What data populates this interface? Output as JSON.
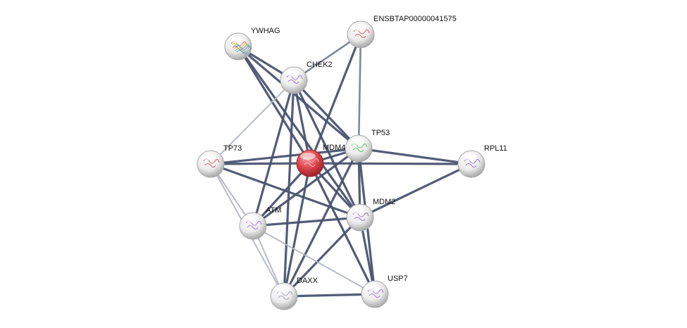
{
  "nodes": [
    {
      "id": "YWHAG",
      "label": "YWHAG",
      "query": false,
      "structure_icon": "multicolor-protein-ribbon-icon"
    },
    {
      "id": "ENSBTAP00000041575",
      "label": "ENSBTAP00000041575",
      "query": false,
      "structure_icon": "red-protein-ribbon-icon"
    },
    {
      "id": "CHEK2",
      "label": "CHEK2",
      "query": false,
      "structure_icon": "purple-protein-ribbon-icon"
    },
    {
      "id": "TP53",
      "label": "TP53",
      "query": false,
      "structure_icon": "green-protein-ribbon-icon"
    },
    {
      "id": "MDM4",
      "label": "MDM4",
      "query": true,
      "structure_icon": "protein-ribbon-icon"
    },
    {
      "id": "TP73",
      "label": "TP73",
      "query": false,
      "structure_icon": "red-protein-ribbon-icon"
    },
    {
      "id": "RPL11",
      "label": "RPL11",
      "query": false,
      "structure_icon": "purple-protein-ribbon-icon"
    },
    {
      "id": "MDM2",
      "label": "MDM2",
      "query": false,
      "structure_icon": "purple-protein-ribbon-icon"
    },
    {
      "id": "ATM",
      "label": "ATM",
      "query": false,
      "structure_icon": "purple-protein-ribbon-icon"
    },
    {
      "id": "DAXX",
      "label": "DAXX",
      "query": false,
      "structure_icon": "protein-ribbon-icon"
    },
    {
      "id": "USP7",
      "label": "USP7",
      "query": false,
      "structure_icon": "purple-protein-ribbon-icon"
    }
  ],
  "edges": [
    {
      "source": "YWHAG",
      "target": "CHEK2",
      "strength": "strong"
    },
    {
      "source": "YWHAG",
      "target": "TP53",
      "strength": "strong"
    },
    {
      "source": "YWHAG",
      "target": "MDM4",
      "strength": "strong"
    },
    {
      "source": "YWHAG",
      "target": "MDM2",
      "strength": "strong"
    },
    {
      "source": "ENSBTAP00000041575",
      "target": "CHEK2",
      "strength": "medium"
    },
    {
      "source": "ENSBTAP00000041575",
      "target": "TP53",
      "strength": "medium"
    },
    {
      "source": "ENSBTAP00000041575",
      "target": "MDM4",
      "strength": "strong"
    },
    {
      "source": "CHEK2",
      "target": "TP73",
      "strength": "weak"
    },
    {
      "source": "CHEK2",
      "target": "MDM4",
      "strength": "strong"
    },
    {
      "source": "CHEK2",
      "target": "TP53",
      "strength": "strong"
    },
    {
      "source": "CHEK2",
      "target": "MDM2",
      "strength": "strong"
    },
    {
      "source": "CHEK2",
      "target": "ATM",
      "strength": "strong"
    },
    {
      "source": "CHEK2",
      "target": "DAXX",
      "strength": "strong"
    },
    {
      "source": "TP73",
      "target": "MDM4",
      "strength": "strong"
    },
    {
      "source": "TP73",
      "target": "TP53",
      "strength": "strong"
    },
    {
      "source": "TP73",
      "target": "MDM2",
      "strength": "strong"
    },
    {
      "source": "TP73",
      "target": "ATM",
      "strength": "weak"
    },
    {
      "source": "TP73",
      "target": "DAXX",
      "strength": "weak"
    },
    {
      "source": "MDM4",
      "target": "TP53",
      "strength": "strong"
    },
    {
      "source": "MDM4",
      "target": "RPL11",
      "strength": "strong"
    },
    {
      "source": "MDM4",
      "target": "MDM2",
      "strength": "strong"
    },
    {
      "source": "MDM4",
      "target": "ATM",
      "strength": "strong"
    },
    {
      "source": "MDM4",
      "target": "DAXX",
      "strength": "strong"
    },
    {
      "source": "MDM4",
      "target": "USP7",
      "strength": "strong"
    },
    {
      "source": "TP53",
      "target": "RPL11",
      "strength": "strong"
    },
    {
      "source": "TP53",
      "target": "MDM2",
      "strength": "strong"
    },
    {
      "source": "TP53",
      "target": "ATM",
      "strength": "strong"
    },
    {
      "source": "TP53",
      "target": "DAXX",
      "strength": "strong"
    },
    {
      "source": "TP53",
      "target": "USP7",
      "strength": "strong"
    },
    {
      "source": "RPL11",
      "target": "MDM2",
      "strength": "strong"
    },
    {
      "source": "MDM2",
      "target": "ATM",
      "strength": "strong"
    },
    {
      "source": "MDM2",
      "target": "DAXX",
      "strength": "strong"
    },
    {
      "source": "MDM2",
      "target": "USP7",
      "strength": "strong"
    },
    {
      "source": "ATM",
      "target": "DAXX",
      "strength": "weak"
    },
    {
      "source": "ATM",
      "target": "USP7",
      "strength": "weak"
    },
    {
      "source": "DAXX",
      "target": "USP7",
      "strength": "strong"
    }
  ],
  "colors": {
    "edge_strong": "#4a5470",
    "edge_medium": "#7a8298",
    "edge_weak": "#b4b8c8",
    "node_fill": "#e9e9e9",
    "node_highlight": "#ffffff",
    "query_node_fill": "#d9414a",
    "label_text": "#111111"
  }
}
